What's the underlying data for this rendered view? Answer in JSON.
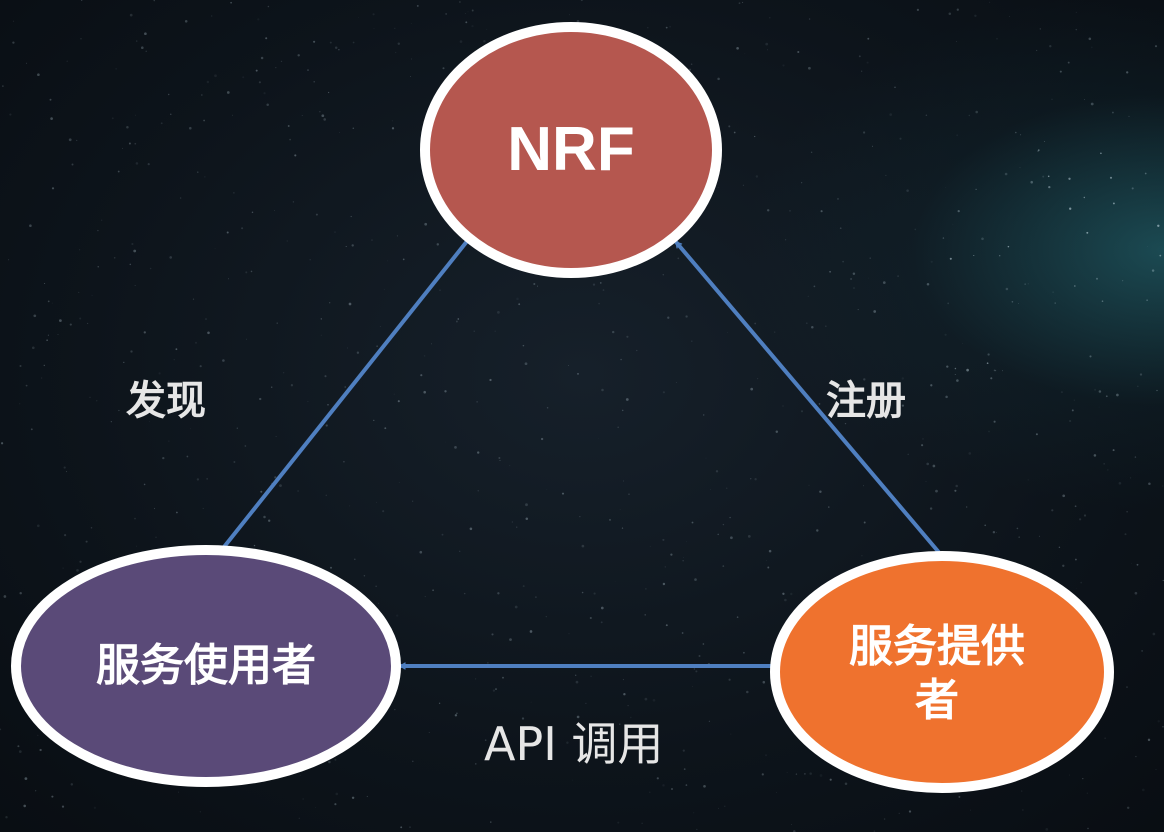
{
  "nodes": {
    "nrf": {
      "label": "NRF",
      "fill": "#b5574f",
      "stroke": "#ffffff"
    },
    "consumer": {
      "label": "服务使用者",
      "fill": "#5a4a78",
      "stroke": "#ffffff"
    },
    "provider": {
      "label": "服务提供者",
      "fill": "#ef722e",
      "stroke": "#ffffff"
    }
  },
  "edges": {
    "discover": {
      "label": "发现"
    },
    "register": {
      "label": "注册"
    },
    "api_call": {
      "label": "API 调用"
    }
  },
  "colors": {
    "arrow": "#4f7fc0",
    "text": "#e6e6e6"
  }
}
